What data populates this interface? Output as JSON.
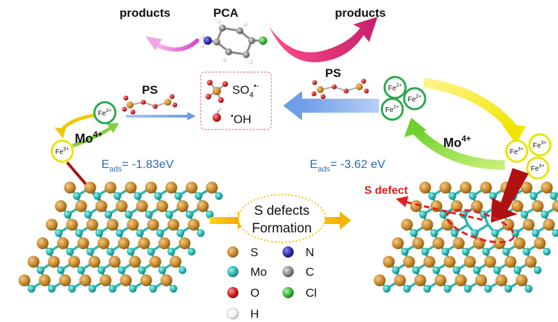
{
  "top": {
    "products_left": "products",
    "molecule_label": "PCA",
    "products_right": "products"
  },
  "radicals": {
    "sulfate": "SO",
    "sulfate_sub": "4",
    "sulfate_sup": "•-",
    "hydroxyl_dot": "•",
    "hydroxyl": "OH"
  },
  "persulfate_left": "PS",
  "persulfate_right": "PS",
  "left_cycle": {
    "fe2": "Fe",
    "fe2_sup": "2+",
    "fe3": "Fe",
    "fe3_sup": "3+",
    "mo": "Mo",
    "mo_sup": "4+",
    "eads_prefix": "E",
    "eads_sub": "ads",
    "eads_value": "= -1.83eV"
  },
  "right_cycle": {
    "fe2": "Fe",
    "fe2_sup": "2+",
    "fe3": "Fe",
    "fe3_sup": "3+",
    "mo": "Mo",
    "mo_sup": "4+",
    "eads_prefix": "E",
    "eads_sub": "ads",
    "eads_value": "= -3.62 eV"
  },
  "center": {
    "line1": "S defects",
    "line2": "Formation"
  },
  "defect_label": "S defect",
  "legend": [
    {
      "symbol": "S",
      "color": "#c88a2e"
    },
    {
      "symbol": "N",
      "color": "#2b2fa8"
    },
    {
      "symbol": "Mo",
      "color": "#2bb7b0"
    },
    {
      "symbol": "C",
      "color": "#8a8a8a"
    },
    {
      "symbol": "O",
      "color": "#cc2222"
    },
    {
      "symbol": "Cl",
      "color": "#33bb33"
    },
    {
      "symbol": "H",
      "color": "#e8e8e8"
    }
  ],
  "colors": {
    "sulfur": "#c88a2e",
    "molybdenum": "#2bb7b0",
    "fe2_ring": "#2aa84a",
    "fe3_ring": "#e6e600",
    "blue_text": "#2a6fb5",
    "defect_red": "#e02020"
  }
}
